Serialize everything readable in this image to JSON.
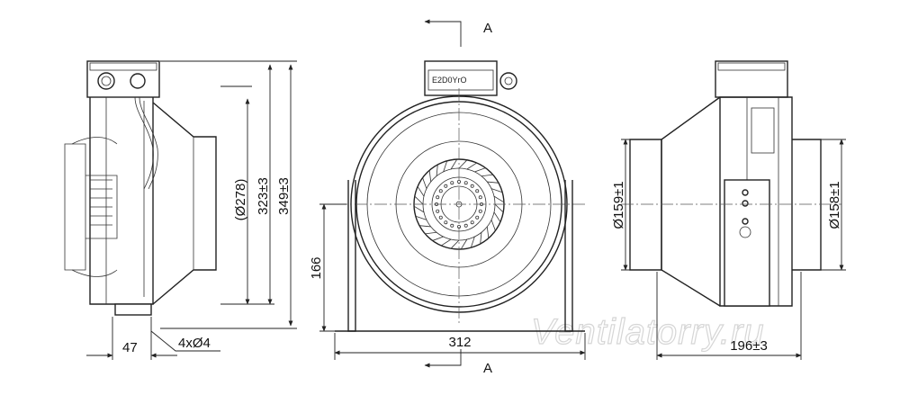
{
  "section_marks": {
    "top": "A",
    "bottom": "A"
  },
  "side_view": {
    "dim_width": "47",
    "dim_holes": "4xØ4",
    "dim_inner_dia": "(Ø278)",
    "dim_height_inner": "323±3",
    "dim_height_total": "349±3"
  },
  "front_view": {
    "dim_axis_height": "166",
    "dim_base_width": "312",
    "terminal_label": "E2D0YrO"
  },
  "rear_view": {
    "dim_inlet_dia": "Ø159±1",
    "dim_outlet_dia": "Ø158±1",
    "dim_length": "196±3"
  },
  "watermark": "Ventilatorry.ru"
}
